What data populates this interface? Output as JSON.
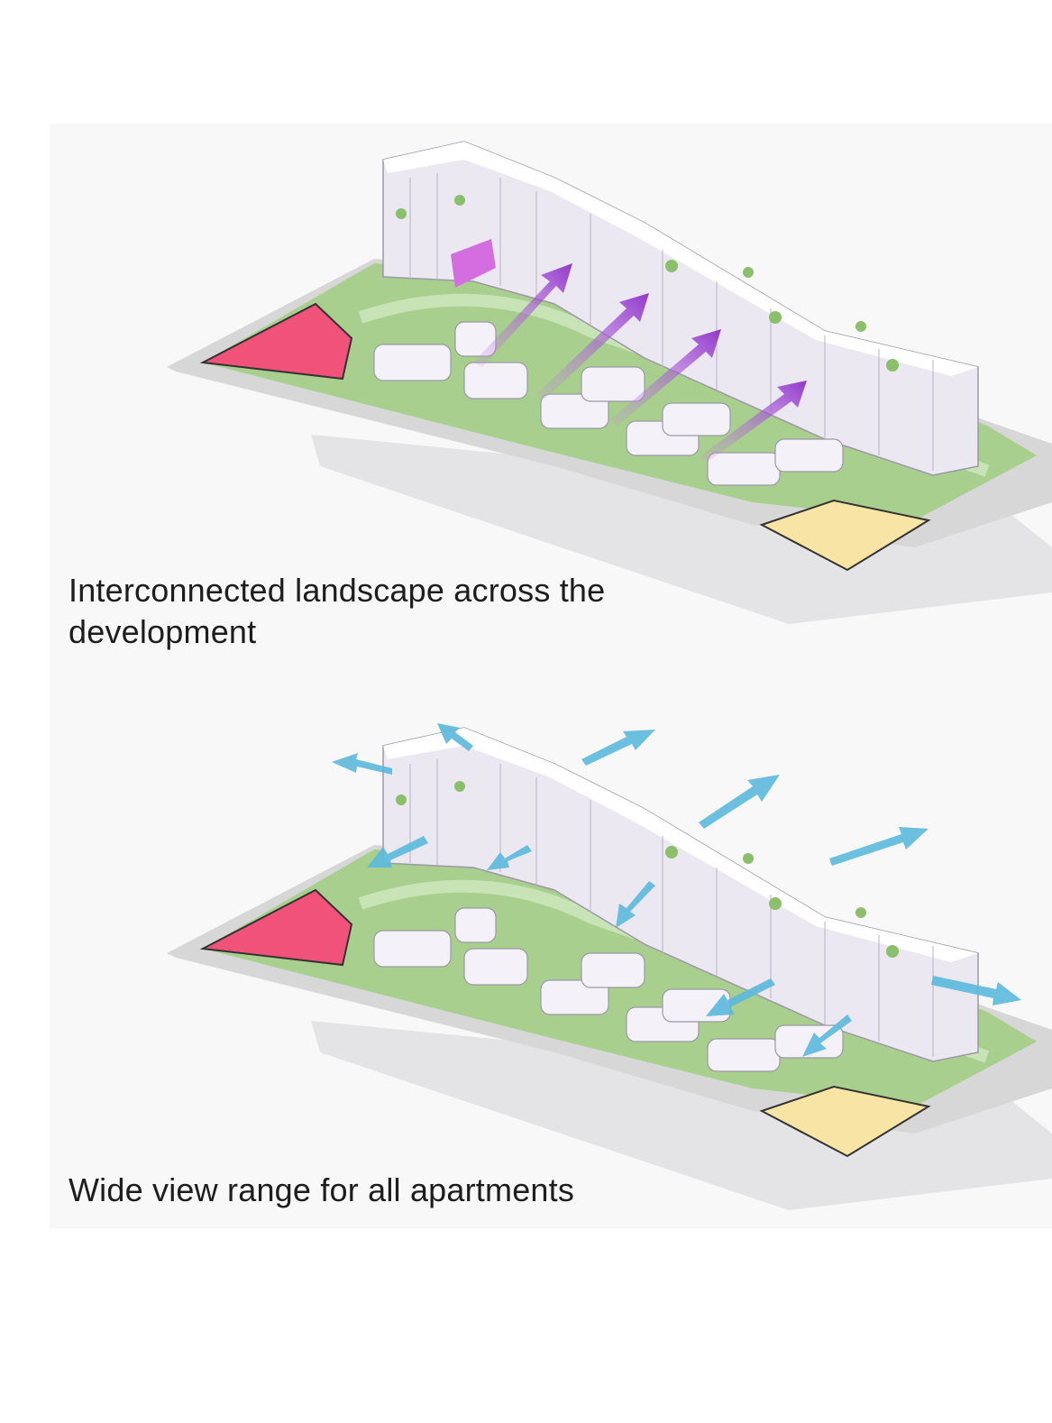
{
  "diagrams": [
    {
      "caption": "Interconnected landscape across the development",
      "arrow_color": "#9b3fd1",
      "arrow_theme": "purple-landscape-connection"
    },
    {
      "caption": "Wide view range for all apartments",
      "arrow_color": "#5bb8dc",
      "arrow_theme": "blue-view-direction"
    }
  ],
  "colors": {
    "background": "#f8f8f8",
    "site_green": "#a9cf8e",
    "path_green": "#c8e3b6",
    "road_grey": "#d9d9da",
    "building": "#efedf5",
    "plot_pink": "#f0527a",
    "plot_yellow": "#f8e5a5",
    "tower_highlight": "#d46ee0"
  }
}
